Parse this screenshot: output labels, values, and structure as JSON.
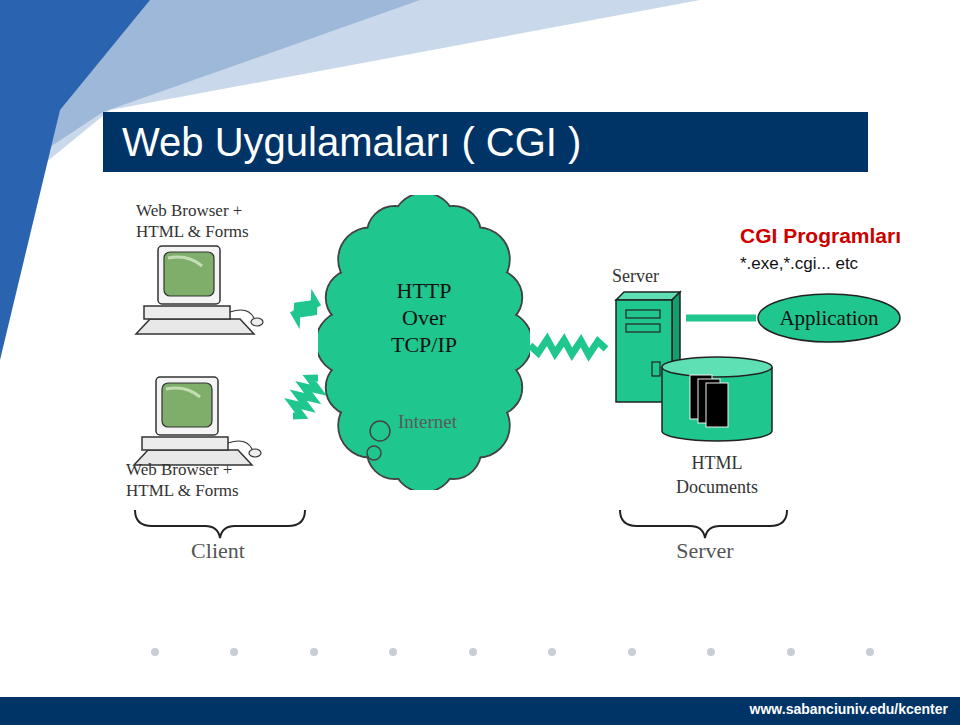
{
  "diagram": {
    "title": "Web Uygulamaları ( CGI )",
    "nodes": [
      {
        "text": [
          "Web Browser + HTML & Forms"
        ]
      },
      {
        "text": [
          "Web Browser + HTML & Forms"
        ]
      },
      {
        "text": [
          "HTTP Over TCP/IP",
          "Internet"
        ]
      },
      {
        "text": [
          "Server"
        ]
      },
      {
        "text": [
          "Application"
        ]
      },
      {
        "text": [
          "HTML Documents"
        ]
      }
    ],
    "edges": [
      {
        "from": 0,
        "to": 2,
        "arrow": "none"
      },
      {
        "from": 1,
        "to": 2,
        "arrow": "none"
      },
      {
        "from": 2,
        "to": 3,
        "arrow": "none"
      },
      {
        "from": 3,
        "to": 4,
        "arrow": "none"
      }
    ],
    "labels": [
      "CGI Programları",
      "*.exe,*.cgi... etc",
      "Client",
      "Server",
      "www.sabanciuniv.edu/kcenter"
    ]
  }
}
